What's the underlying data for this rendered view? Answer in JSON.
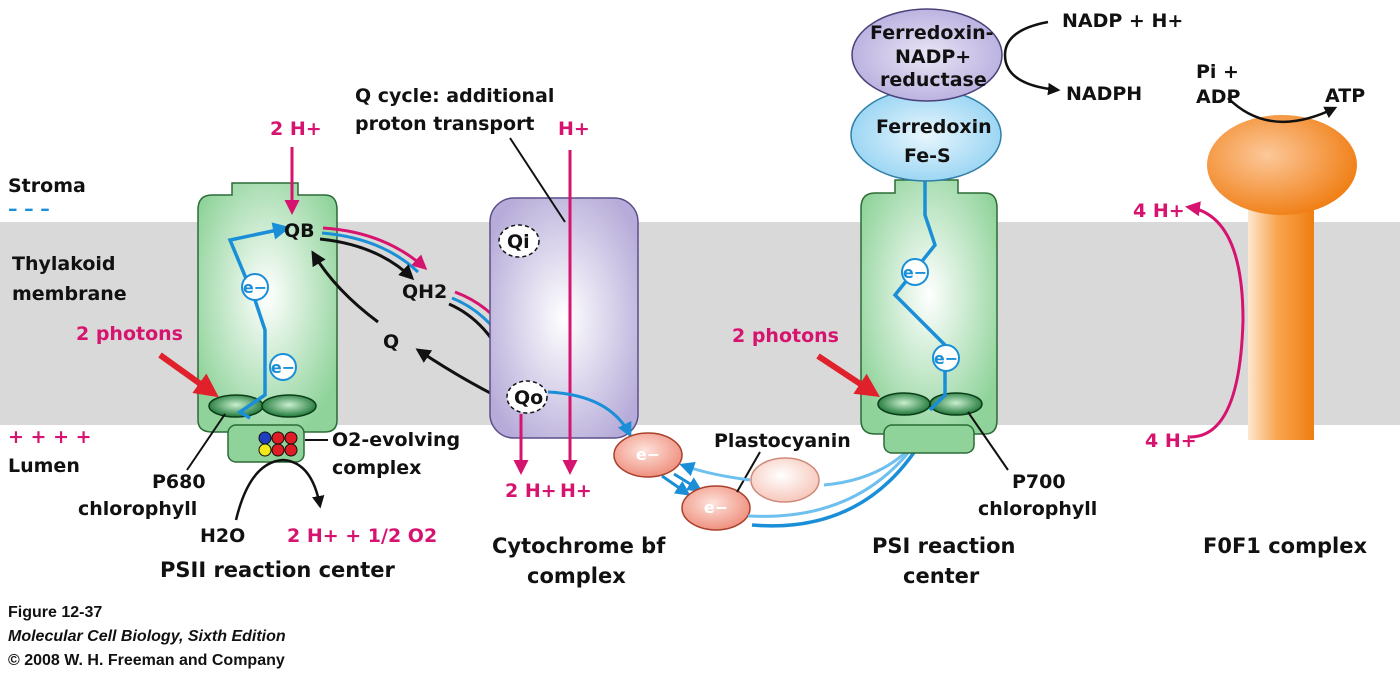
{
  "colors": {
    "membrane": "#d9d9d9",
    "psii": "#8fd39a",
    "cytochrome": "#b7acd9",
    "proton": "#d6136e",
    "electron": "#1a8fd8",
    "atp_synthase": "#f5861f",
    "fnr": "#b3a9dc",
    "ferredoxin": "#8ed0f2",
    "plastocyanin": "#f4a99a"
  },
  "regions": {
    "stroma": "Stroma",
    "stroma_marker": "– – –",
    "membrane_line1": "Thylakoid",
    "membrane_line2": "membrane",
    "lumen_plus": "+ + + +",
    "lumen": "Lumen"
  },
  "psii": {
    "title": "PSII reaction center",
    "protons_in": "2 H+",
    "photons": "2 photons",
    "qb": "QB",
    "e1": "e−",
    "e2": "e−",
    "p680_line1": "P680",
    "p680_line2": "chlorophyll",
    "o2_line1": "O2-evolving",
    "o2_line2": "complex",
    "water": "H2O",
    "products": "2 H+ + 1/2 O2"
  },
  "quinone": {
    "qh2": "QH2",
    "q": "Q"
  },
  "cytochrome": {
    "title_line1": "Cytochrome bf",
    "title_line2": "complex",
    "qcycle_line1": "Q cycle: additional",
    "qcycle_line2": "proton transport",
    "h_top": "H+",
    "qi": "Qi",
    "qo": "Qo",
    "out_left": "2 H+",
    "out_right": "H+"
  },
  "plastocyanin": {
    "label": "Plastocyanin",
    "e1": "e−",
    "e2": "e−"
  },
  "psi": {
    "title_line1": "PSI reaction",
    "title_line2": "center",
    "photons": "2 photons",
    "e1": "e−",
    "e2": "e−",
    "p700_line1": "P700",
    "p700_line2": "chlorophyll",
    "ferredoxin_line1": "Ferredoxin",
    "ferredoxin_line2": "Fe-S",
    "fnr_line1": "Ferredoxin-",
    "fnr_line2": "NADP+",
    "fnr_line3": "reductase",
    "nadp": "NADP + H+",
    "nadph": "NADPH"
  },
  "atp_synthase": {
    "title": "F0F1 complex",
    "pi_line1": "Pi +",
    "pi_line2": "ADP",
    "atp": "ATP",
    "h_top": "4 H+",
    "h_bottom": "4 H+"
  },
  "caption": {
    "figure": "Figure 12-37",
    "book": "Molecular Cell Biology, Sixth Edition",
    "copyright": "© 2008 W. H. Freeman and Company"
  }
}
